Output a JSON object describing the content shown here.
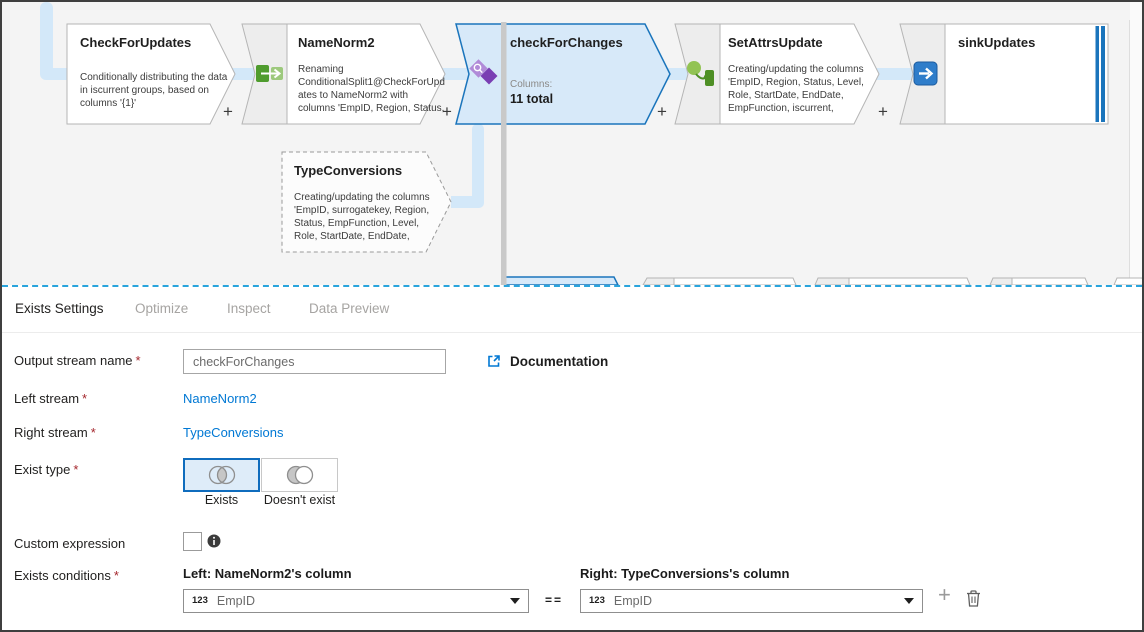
{
  "colors": {
    "accent_blue": "#0f6cbd",
    "link_blue": "#0078d4",
    "selected_node_fill": "#d7e9f9",
    "selected_node_border": "#1b75bc",
    "connector_blue": "#d3e8f9",
    "splitter_blue": "#29a4dc",
    "required_red": "#a4262c",
    "canvas_bg": "#f4f4f4"
  },
  "icons": {
    "conditional_split": "conditional-split-icon",
    "exists": "exists-transform-icon",
    "derived_column": "derived-column-icon",
    "sink": "sink-icon",
    "external_link": "external-link-icon",
    "info": "info-icon",
    "venn_exists": "exists-venn-icon",
    "venn_doesnt_exist": "doesnt-exist-venn-icon",
    "add": "plus-icon",
    "delete": "trash-icon",
    "dropdown_caret": "chevron-down-icon"
  },
  "canvas": {
    "add_symbol": "+",
    "nodes": {
      "checkForUpdates": {
        "title": "CheckForUpdates",
        "description": "Conditionally distributing the data in iscurrent groups, based on columns '{1}'"
      },
      "nameNorm2": {
        "title": "NameNorm2",
        "description": "Renaming ConditionalSplit1@CheckForUpdates to NameNorm2 with columns 'EmpID, Region, Status,"
      },
      "checkForChanges": {
        "title": "checkForChanges",
        "columns_label": "Columns:",
        "columns_value": "11 total"
      },
      "setAttrsUpdate": {
        "title": "SetAttrsUpdate",
        "description": "Creating/updating the columns 'EmpID, Region, Status, Level, Role, StartDate, EndDate, EmpFunction, iscurrent,"
      },
      "sinkUpdates": {
        "title": "sinkUpdates"
      },
      "typeConversions": {
        "title": "TypeConversions",
        "description": "Creating/updating the columns 'EmpID, surrogatekey, Region, Status, EmpFunction, Level, Role, StartDate, EndDate,"
      }
    }
  },
  "panel": {
    "active_tab": "Exists Settings",
    "tabs": [
      "Exists Settings",
      "Optimize",
      "Inspect",
      "Data Preview"
    ],
    "required_marker": "*",
    "output_stream": {
      "label": "Output stream name",
      "value": "checkForChanges"
    },
    "documentation": {
      "label": "Documentation"
    },
    "left_stream": {
      "label": "Left stream",
      "value": "NameNorm2"
    },
    "right_stream": {
      "label": "Right stream",
      "value": "TypeConversions"
    },
    "exist_type": {
      "label": "Exist type",
      "options": [
        {
          "label": "Exists",
          "selected": true
        },
        {
          "label": "Doesn't exist",
          "selected": false
        }
      ]
    },
    "custom_expression": {
      "label": "Custom expression",
      "checked": false
    },
    "exists_conditions": {
      "label": "Exists conditions",
      "left_header": "Left: NameNorm2's column",
      "right_header": "Right: TypeConversions's column",
      "left_type_badge": "123",
      "left_value": "EmpID",
      "operator": "==",
      "right_type_badge": "123",
      "right_value": "EmpID"
    }
  }
}
